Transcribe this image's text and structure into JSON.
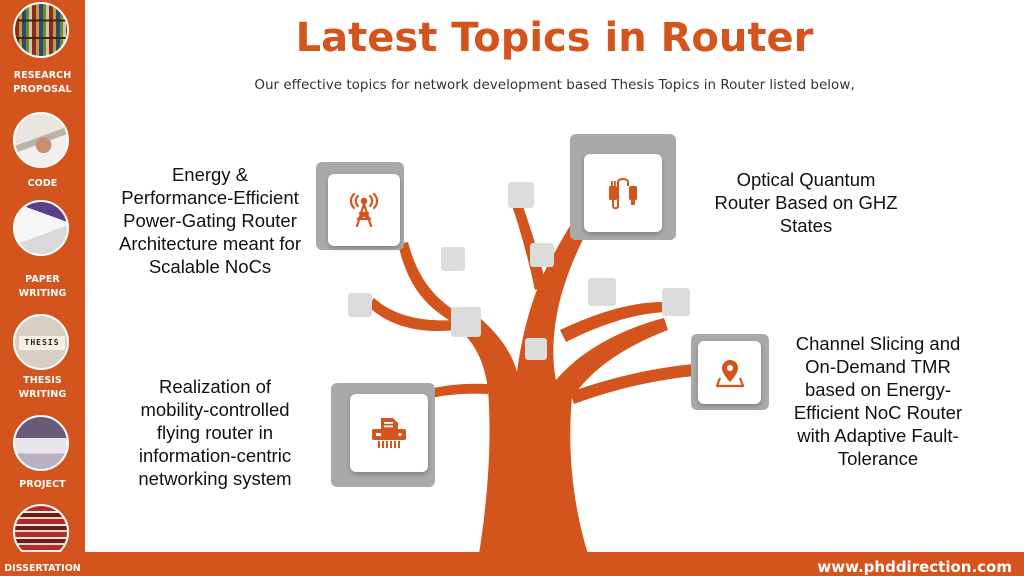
{
  "header": {
    "title": "Latest Topics in Router",
    "subtitle": "Our effective topics for network development based Thesis Topics in Router listed below,"
  },
  "sidebar": {
    "items": [
      {
        "label_lines": [
          "RESEARCH",
          "PROPOSAL"
        ]
      },
      {
        "label_lines": [
          "CODE"
        ]
      },
      {
        "label_lines": [
          "PAPER",
          "WRITING"
        ]
      },
      {
        "label_lines": [
          "THESIS",
          "WRITING"
        ]
      },
      {
        "label_lines": [
          "PROJECT"
        ]
      },
      {
        "label_lines": [
          "DISSERTATION"
        ]
      }
    ],
    "thesis_thumb_text": "THESIS"
  },
  "topics": [
    {
      "lines": [
        "Energy &",
        "Performance-Efficient",
        "Power-Gating Router",
        "Architecture meant for",
        "Scalable NoCs"
      ],
      "icon": "antenna-tower-icon"
    },
    {
      "lines": [
        "Optical Quantum",
        "Router Based on GHZ",
        "States"
      ],
      "icon": "usb-cable-icon"
    },
    {
      "lines": [
        "Channel Slicing and",
        "On-Demand TMR",
        "based on Energy-",
        "Efficient NoC Router",
        "with Adaptive Fault-",
        "Tolerance"
      ],
      "icon": "map-pin-icon"
    },
    {
      "lines": [
        "Realization of",
        "mobility-controlled",
        "flying router in",
        "information-centric",
        "networking system"
      ],
      "icon": "fax-machine-icon"
    }
  ],
  "footer": {
    "url": "www.phddirection.com"
  },
  "colors": {
    "accent": "#d3541c",
    "box_back": "#a9a9a9",
    "leaf_square": "#dcdcdc"
  }
}
